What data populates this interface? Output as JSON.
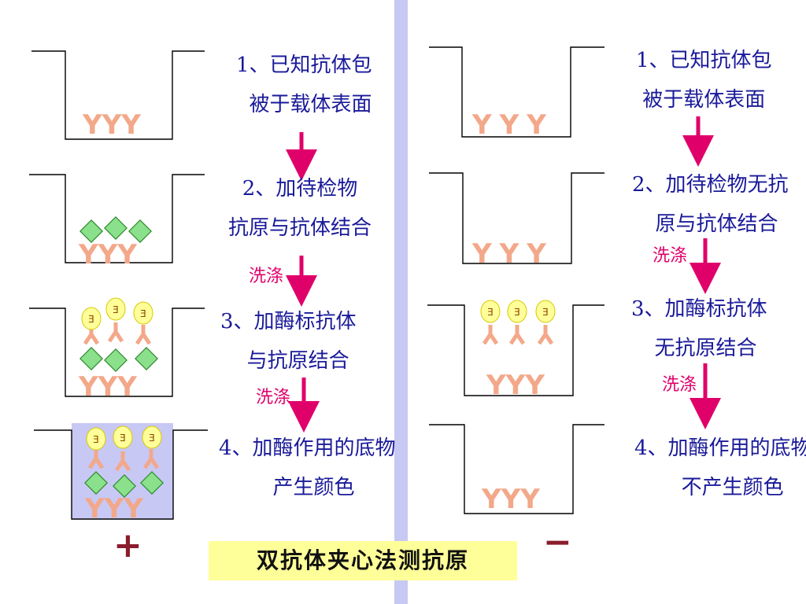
{
  "title": "双抗体夹心法测抗原",
  "positive": {
    "sign": "+",
    "steps": [
      "1、已知抗体包\n  被于载体表面",
      "2、加待检物\n抗原与抗体结合",
      "3、加酶标抗体\n   与抗原结合",
      "4、加酶作用的底物\n  产生颜色"
    ],
    "wash_labels": [
      "洗涤",
      "洗涤"
    ]
  },
  "negative": {
    "sign": "−",
    "steps": [
      "1、已知抗体包\n被于载体表面",
      "2、加待检物无抗\n  原与抗体结合",
      "3、加酶标抗体\n  无抗原结合",
      "4、加酶作用的底物\n   不产生颜色"
    ],
    "wash_labels": [
      "洗涤",
      "洗涤"
    ]
  },
  "enzyme_letter": "E",
  "colors": {
    "text": "#1a1a9a",
    "arrow": "#e0006a",
    "antibody": "#f3a88a",
    "antigen_fill": "#8be08b",
    "antigen_stroke": "#2e8b2e",
    "enzyme_fill": "#ffff99",
    "substrate": "#c8c8f5",
    "title_bg": "#ffff99"
  }
}
